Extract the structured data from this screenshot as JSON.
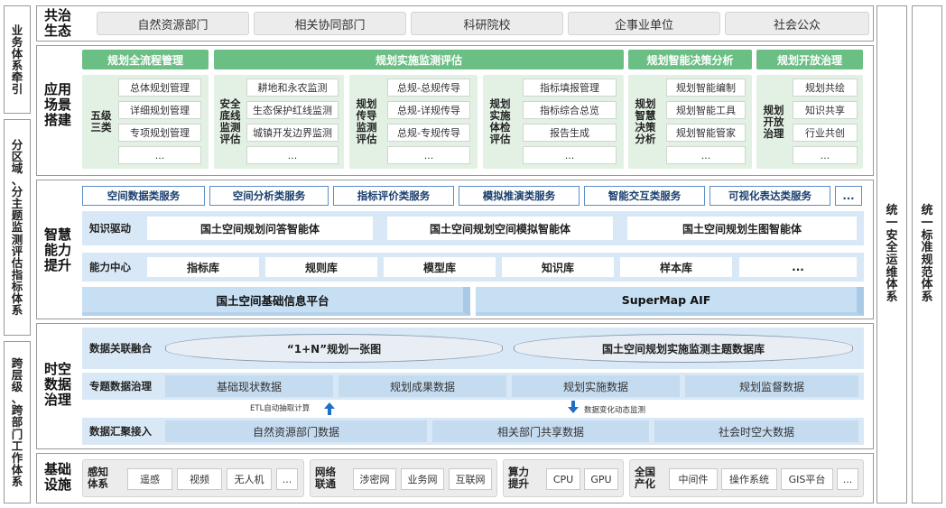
{
  "left_labels": {
    "a": [
      "业",
      "务",
      "体",
      "系",
      "牵",
      "引"
    ],
    "b": [
      "分",
      "区",
      "域",
      "、",
      "分",
      "主",
      "题",
      "监",
      "测",
      "评",
      "估",
      "指",
      "标",
      "体",
      "系"
    ],
    "c": [
      "跨",
      "层",
      "级",
      "、",
      "跨",
      "部",
      "门",
      "工",
      "作",
      "体",
      "系"
    ]
  },
  "right_labels": {
    "a": [
      "统",
      "一",
      "安",
      "全",
      "运",
      "维",
      "体",
      "系"
    ],
    "b": [
      "统",
      "一",
      "标",
      "准",
      "规",
      "范",
      "体",
      "系"
    ]
  },
  "governance": {
    "title": [
      "共治",
      "生态"
    ],
    "items": [
      "自然资源部门",
      "相关协同部门",
      "科研院校",
      "企事业单位",
      "社会公众"
    ]
  },
  "scenario": {
    "title": [
      "应用",
      "场景",
      "搭建"
    ],
    "headers": [
      "规划全流程管理",
      "规划实施监测评估",
      "规划智能决策分析",
      "规划开放治理"
    ],
    "g1": {
      "label": [
        "五级",
        "三类"
      ],
      "items": [
        "总体规划管理",
        "详细规划管理",
        "专项规划管理",
        "..."
      ]
    },
    "g2": {
      "label": [
        "安全",
        "底线",
        "监测",
        "评估"
      ],
      "items": [
        "耕地和永农监测",
        "生态保护红线监测",
        "城镇开发边界监测",
        "..."
      ]
    },
    "g3": {
      "label": [
        "规划",
        "传导",
        "监测",
        "评估"
      ],
      "items": [
        "总规-总规传导",
        "总规-详规传导",
        "总规-专规传导",
        "..."
      ]
    },
    "g4": {
      "label": [
        "规划",
        "实施",
        "体检",
        "评估"
      ],
      "items": [
        "指标填报管理",
        "指标综合总览",
        "报告生成",
        "..."
      ]
    },
    "g5": {
      "label": [
        "规划",
        "智慧",
        "决策",
        "分析"
      ],
      "items": [
        "规划智能编制",
        "规划智能工具",
        "规划智能管家",
        "..."
      ]
    },
    "g6": {
      "label": [
        "规划",
        "开放",
        "治理"
      ],
      "items": [
        "规划共绘",
        "知识共享",
        "行业共创",
        "..."
      ]
    }
  },
  "intelligence": {
    "title": [
      "智慧",
      "能力",
      "提升"
    ],
    "services": [
      "空间数据类服务",
      "空间分析类服务",
      "指标评价类服务",
      "模拟推演类服务",
      "智能交互类服务",
      "可视化表达类服务",
      "..."
    ],
    "knowledge_label": "知识驱动",
    "agents": [
      "国土空间规划问答智能体",
      "国土空间规划空间模拟智能体",
      "国土空间规划生图智能体"
    ],
    "capability_label": "能力中心",
    "capabilities": [
      "指标库",
      "规则库",
      "模型库",
      "知识库",
      "样本库",
      "..."
    ],
    "platforms": [
      "国土空间基础信息平台",
      "SuperMap AIF"
    ]
  },
  "data": {
    "title": [
      "时空",
      "数据",
      "治理"
    ],
    "fusion_label": "数据关联融合",
    "fusion": [
      "“1+N”规划一张图",
      "国土空间规划实施监测主题数据库"
    ],
    "topic_label": "专题数据治理",
    "topics": [
      "基础现状数据",
      "规划成果数据",
      "规划实施数据",
      "规划监督数据"
    ],
    "etl": "ETL自动抽取计算",
    "monitor": "数据变化动态监测",
    "gather_label": "数据汇聚接入",
    "sources": [
      "自然资源部门数据",
      "相关部门共享数据",
      "社会时空大数据"
    ]
  },
  "infra": {
    "title": [
      "基础",
      "设施"
    ],
    "g1": {
      "label": [
        "感知",
        "体系"
      ],
      "items": [
        "遥感",
        "视频",
        "无人机",
        "..."
      ]
    },
    "g2": {
      "label": [
        "网络",
        "联通"
      ],
      "items": [
        "涉密网",
        "业务网",
        "互联网"
      ]
    },
    "g3": {
      "label": [
        "算力",
        "提升"
      ],
      "items": [
        "CPU",
        "GPU"
      ]
    },
    "g4": {
      "label": [
        "全国",
        "产化"
      ],
      "items": [
        "中间件",
        "操作系统",
        "GIS平台",
        "..."
      ]
    }
  },
  "colors": {
    "green": "#6cbf84",
    "light_green": "#e2f1e4",
    "blue": "#d9e8f6",
    "arrow": "#1f6fc5"
  }
}
